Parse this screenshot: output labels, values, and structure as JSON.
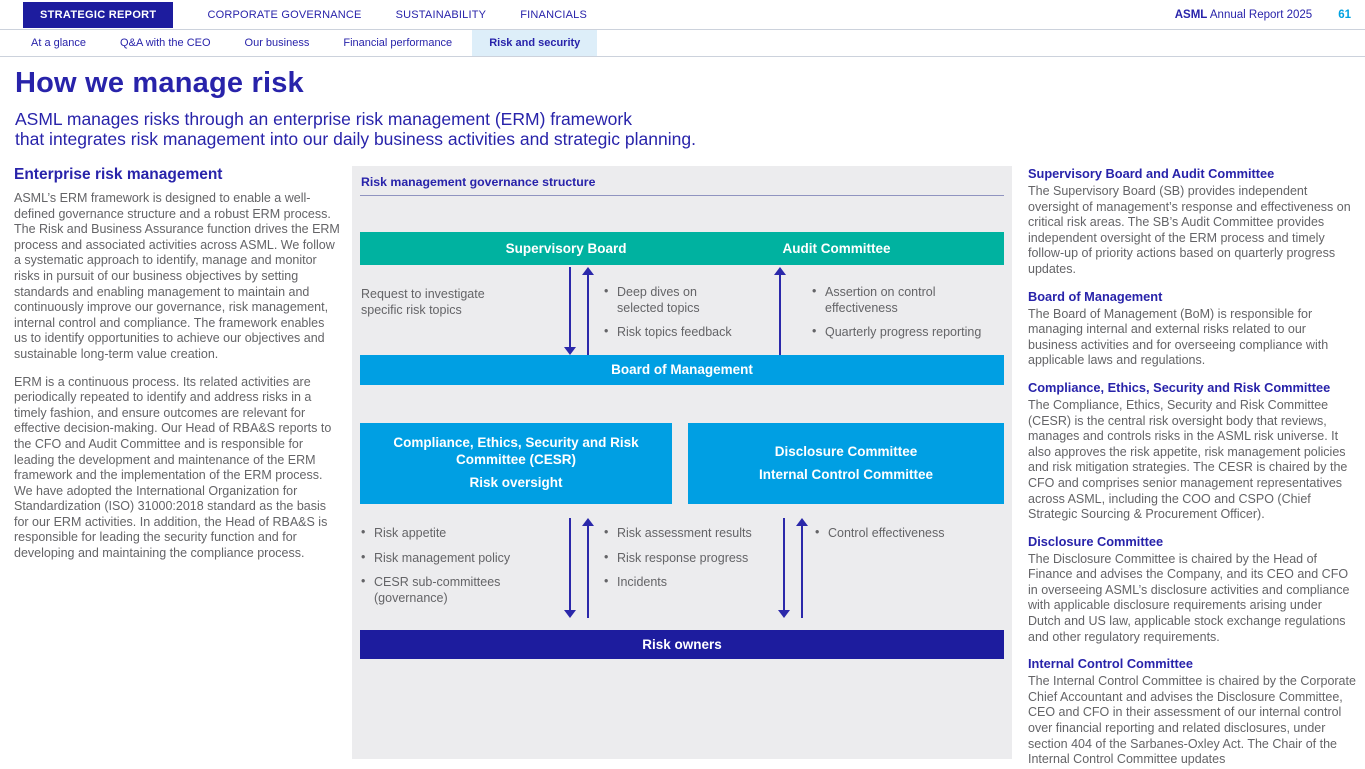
{
  "meta": {
    "brand": "ASML",
    "report_title": "Annual Report 2025",
    "page_number": "61"
  },
  "top_nav": {
    "items": [
      {
        "label": "STRATEGIC REPORT"
      },
      {
        "label": "CORPORATE GOVERNANCE"
      },
      {
        "label": "SUSTAINABILITY"
      },
      {
        "label": "FINANCIALS"
      }
    ]
  },
  "sub_nav": {
    "items": [
      {
        "label": "At a glance"
      },
      {
        "label": "Q&A with the CEO"
      },
      {
        "label": "Our business"
      },
      {
        "label": "Financial performance"
      },
      {
        "label": "Risk and security"
      }
    ]
  },
  "page": {
    "title": "How we manage risk",
    "subtitle_line1": "ASML manages risks through an enterprise risk management (ERM) framework",
    "subtitle_line2": "that integrates risk management into our daily business activities and strategic planning."
  },
  "left_column": {
    "heading": "Enterprise risk management",
    "paragraphs": [
      "ASML’s ERM framework is designed to enable a well-defined governance structure and a robust ERM process. The Risk and Business Assurance function drives the ERM process and associated activities across ASML. We follow a systematic approach to identify, manage and monitor risks in pursuit of our business objectives by setting standards and enabling management to maintain and continuously improve our governance, risk management, internal control and compliance. The framework enables us to identify opportunities to achieve our objectives and sustainable long-term value creation.",
      "ERM is a continuous process. Its related activities are periodically repeated to identify and address risks in a timely fashion, and ensure outcomes are relevant for effective decision-making. Our Head of RBA&S reports to the CFO and Audit Committee and is responsible for leading the development and maintenance of the ERM framework and the implementation of the ERM process. We have adopted the International Organization for Standardization (ISO) 31000:2018 standard as the basis for our ERM activities. In addition, the Head of RBA&S is responsible for leading the security function and for developing and maintaining the compliance process."
    ]
  },
  "diagram": {
    "title": "Risk management governance structure",
    "top_bar": {
      "label_left": "Supervisory Board",
      "label_right": "Audit Committee"
    },
    "upper_flow": {
      "left_note": "Request to investigate\nspecific risk topics",
      "middle_bullets": [
        "Deep dives on\nselected topics",
        "Risk topics feedback"
      ],
      "right_bullets": [
        "Assertion on control\neffectiveness",
        "Quarterly progress reporting"
      ]
    },
    "bom_bar": "Board of Management",
    "boxes": {
      "left": {
        "title": "Compliance, Ethics, Security and Risk Committee (CESR)",
        "subtitle": "Risk oversight"
      },
      "right": {
        "line1": "Disclosure Committee",
        "line2": "Internal Control Committee"
      }
    },
    "lower_flow": {
      "left_bullets": [
        "Risk appetite",
        "Risk management policy",
        "CESR sub-committees\n(governance)"
      ],
      "middle_bullets": [
        "Risk assessment results",
        "Risk response progress",
        "Incidents"
      ],
      "right_bullets": [
        "Control effectiveness"
      ]
    },
    "risk_owners_bar": "Risk owners"
  },
  "right_column": {
    "sections": [
      {
        "heading": "Supervisory Board and Audit Committee",
        "body": "The Supervisory Board (SB) provides independent oversight of management’s response and effectiveness on critical risk areas. The SB’s Audit Committee provides independent oversight of the ERM process and timely follow-up of priority actions based on quarterly progress updates."
      },
      {
        "heading": "Board of Management",
        "body": "The Board of Management (BoM) is responsible for managing internal and external risks related to our business activities and for overseeing compliance with applicable laws and regulations."
      },
      {
        "heading": "Compliance, Ethics, Security and Risk Committee",
        "body": "The Compliance, Ethics, Security and Risk Committee (CESR) is the central risk oversight body that reviews, manages and controls risks in the ASML risk universe. It also approves the risk appetite, risk management policies and risk mitigation strategies. The CESR is chaired by the CFO and comprises senior management representatives across ASML, including the COO and CSPO (Chief Strategic Sourcing & Procurement Officer)."
      },
      {
        "heading": "Disclosure Committee",
        "body": "The Disclosure Committee is chaired by the Head of Finance and advises the Company, and its CEO and CFO in overseeing ASML’s disclosure activities and compliance with applicable disclosure requirements arising under Dutch and US law, applicable stock exchange regulations and other regulatory requirements."
      },
      {
        "heading": "Internal Control Committee",
        "body": "The Internal Control Committee is chaired by the Corporate Chief Accountant and advises the Disclosure Committee, CEO and CFO in their assessment of our internal control over financial reporting and related disclosures, under section 404 of the Sarbanes-Oxley Act. The Chair of the Internal Control Committee updates"
      }
    ]
  },
  "colors": {
    "navy_bar": "#1d1c9e",
    "navy_text": "#2823aa",
    "bright_blue": "#009fe3",
    "teal": "#00b2a0",
    "page_number_cyan": "#00a2e1",
    "active_tab_bg": "#ddeef9",
    "panel_gray": "#ececee",
    "body_gray": "#646467"
  }
}
